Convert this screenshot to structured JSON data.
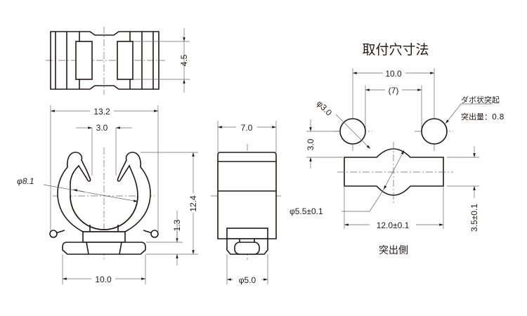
{
  "title": "取付穴寸法",
  "dimensions": {
    "top_height": "4.5",
    "overall_width": "13.2",
    "opening": "3.0",
    "hole_dia": "φ8.1",
    "height": "12.4",
    "base_gap": "1.3",
    "base_width": "10.0",
    "side_width": "7.0",
    "side_dia": "φ5.0",
    "hole_pitch": "10.0",
    "hole_inner": "(7)",
    "dowel_dia": "φ3.0",
    "dowel_offset": "3.0",
    "center_dia": "φ5.5±0.1",
    "slot_length": "12.0±0.1",
    "slot_width": "3.5±0.1"
  },
  "annotation": {
    "line1": "ダボ状突起",
    "line2": "突出量：0.8"
  },
  "side_label": "突出側"
}
